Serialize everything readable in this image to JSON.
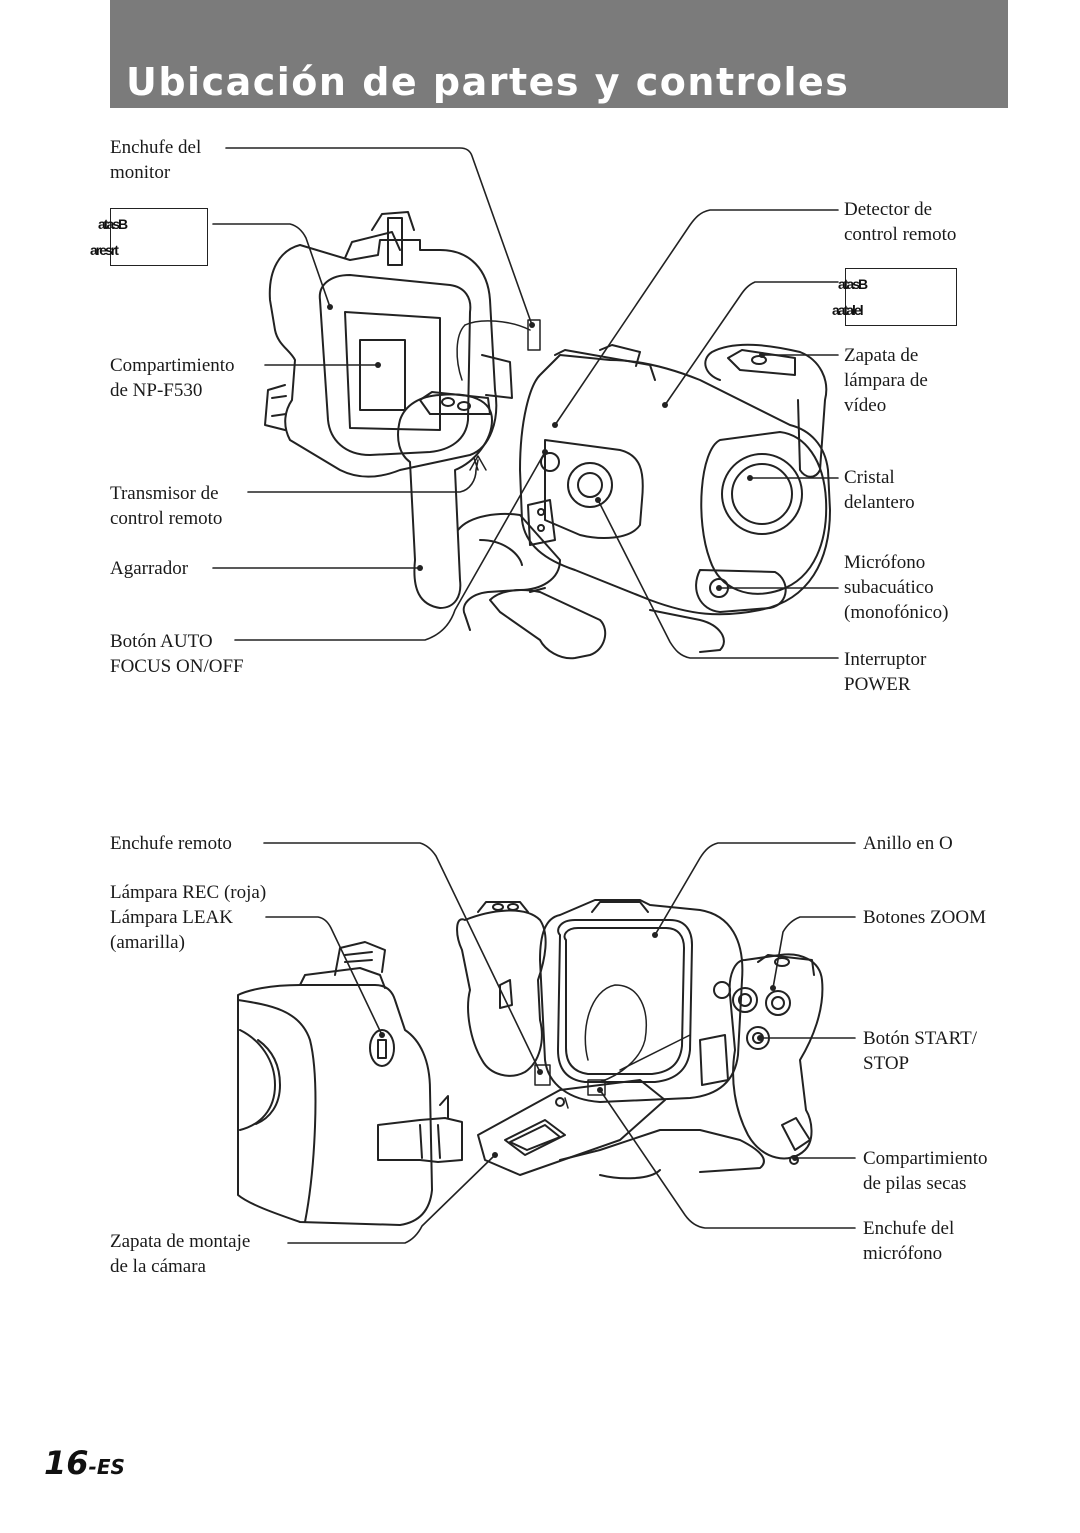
{
  "header": {
    "title": "Ubicación de partes y controles"
  },
  "top_labels_left": {
    "monitor_jack": [
      "Enchufe del",
      "monitor"
    ],
    "battery": [
      "Compartimiento",
      "de NP-F530"
    ],
    "remote_tx": [
      "Transmisor de",
      "control remoto"
    ],
    "grip": "Agarrador",
    "auto_focus": [
      "Botón AUTO",
      "FOCUS ON/OFF"
    ]
  },
  "top_labels_right": {
    "remote_sensor": [
      "Detector de",
      "control remoto"
    ],
    "lamp_shoe": [
      "Zapata de",
      "lámpara de",
      "vídeo"
    ],
    "front_glass": [
      "Cristal",
      "delantero"
    ],
    "mic": [
      "Micrófono",
      "subacuático",
      "(monofónico)"
    ],
    "power": [
      "Interruptor",
      "POWER"
    ]
  },
  "bottom_labels_left": {
    "remote_jack": "Enchufe remoto",
    "lamps": [
      "Lámpara REC (roja)",
      "Lámpara LEAK",
      "(amarilla)"
    ],
    "mount_shoe": [
      "Zapata de montaje",
      "de la cámara"
    ]
  },
  "bottom_labels_right": {
    "oring": "Anillo en O",
    "zoom": "Botones ZOOM",
    "start_stop": [
      "Botón START/",
      "STOP"
    ],
    "dry_batt": [
      "Compartimiento",
      "de pilas secas"
    ],
    "mic_jack": [
      "Enchufe del",
      "micrófono"
    ]
  },
  "small_boxes": {
    "box1": [
      "atasB",
      "aresrt"
    ],
    "box2": [
      "atasB",
      "aatalel"
    ]
  },
  "page_number": {
    "num": "16",
    "suffix": "-ES"
  }
}
